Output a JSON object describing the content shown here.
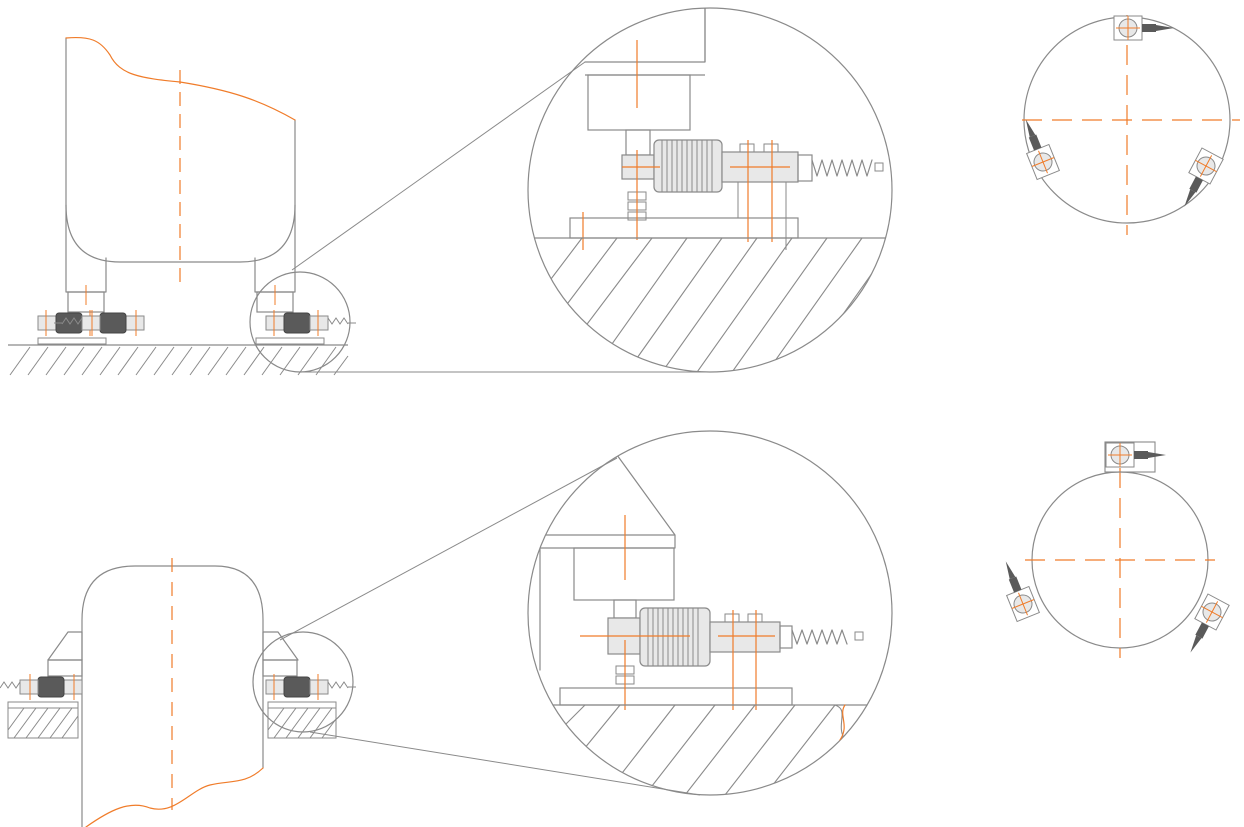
{
  "colors": {
    "outline": "#8a8a8a",
    "centerline": "#f07c2a",
    "cell_fill": "#e8e8e8",
    "cell_dark": "#5a5a5a",
    "background": "#ffffff"
  },
  "views": [
    "vessel-side-view",
    "vessel-detail-magnified",
    "vessel-plan-view",
    "hopper-side-view",
    "hopper-detail-magnified",
    "hopper-plan-view"
  ],
  "load_cells_per_plan_view": 3
}
